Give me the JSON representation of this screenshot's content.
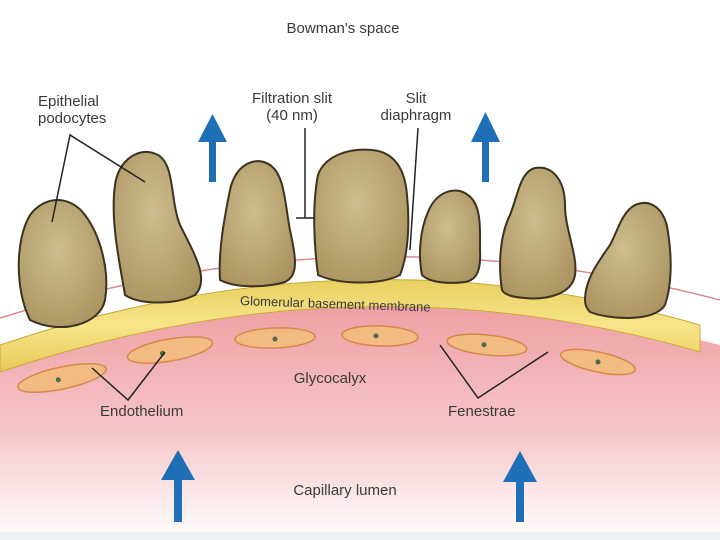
{
  "labels": {
    "bowmans_space": "Bowman's space",
    "epithelial_podocytes_line1": "Epithelial",
    "epithelial_podocytes_line2": "podocytes",
    "filtration_slit_line1": "Filtration slit",
    "filtration_slit_line2": "(40 nm)",
    "slit_diaphragm_line1": "Slit",
    "slit_diaphragm_line2": "diaphragm",
    "glomerular_basement_membrane": "Glomerular basement membrane",
    "glycocalyx": "Glycocalyx",
    "endothelium": "Endothelium",
    "fenestrae": "Fenestrae",
    "capillary_lumen": "Capillary lumen"
  },
  "colors": {
    "arrow": "#1e6fb5",
    "podocyte_fill": "#c2ae7c",
    "podocyte_stroke": "#3d3220",
    "membrane": "#f5df78",
    "lumen": "#f2a5a8",
    "endothelial_cell": "#f1bb82"
  }
}
